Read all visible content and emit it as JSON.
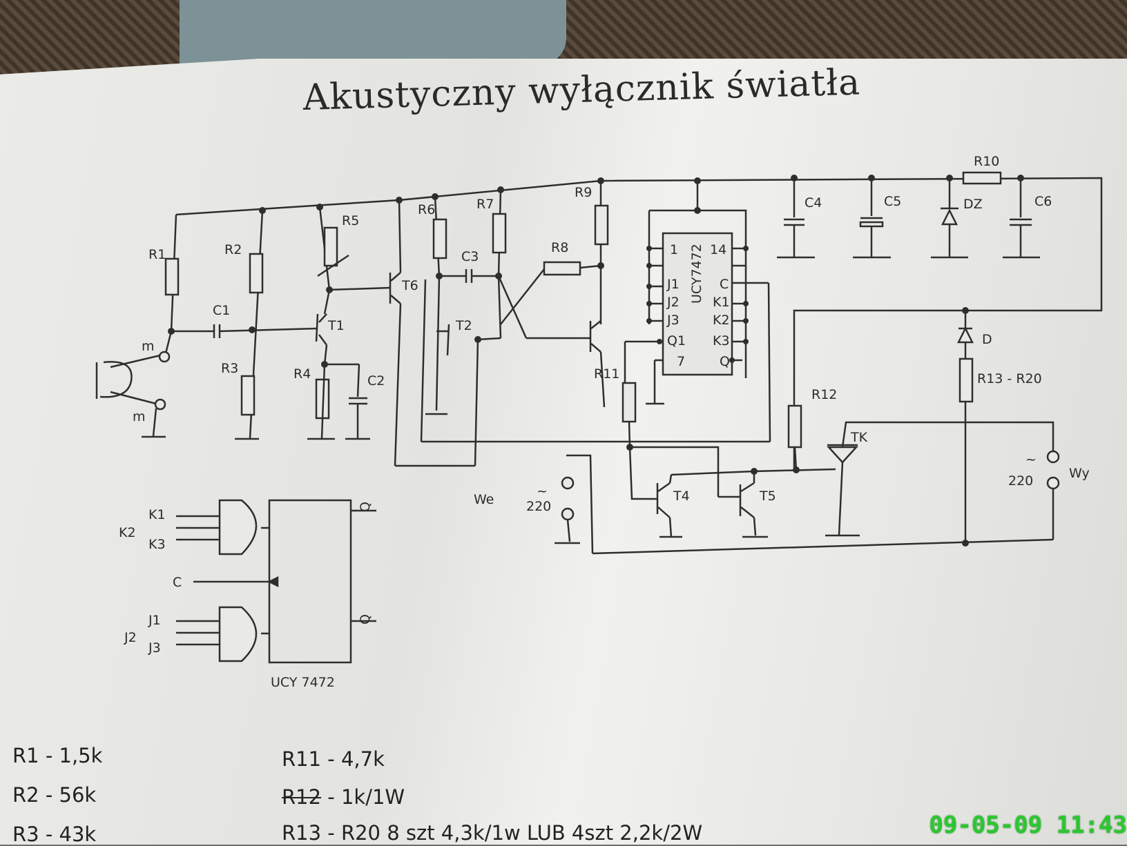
{
  "title": "Akustyczny wyłącznik światła",
  "labels": {
    "R1": "R1",
    "R2": "R2",
    "R3": "R3",
    "R4": "R4",
    "R5": "R5",
    "R6": "R6",
    "R7": "R7",
    "R8": "R8",
    "R9": "R9",
    "R10": "R10",
    "R11": "R11",
    "R12": "R12",
    "R13_R20": "R13 - R20",
    "C1": "C1",
    "C2": "C2",
    "C3": "C3",
    "C4": "C4",
    "C5": "C5",
    "C6": "C6",
    "T1": "T1",
    "T2": "T2",
    "T4": "T4",
    "T5": "T5",
    "T6": "T6",
    "DZ": "DZ",
    "D": "D",
    "TK": "TK",
    "m_top": "m",
    "m_bottom": "m",
    "We": "We",
    "Wy": "Wy",
    "v220_in": "220",
    "v220_out": "220",
    "tilde": "~",
    "ic_name": "UCY7472",
    "pin1": "1",
    "pin14": "14",
    "pinJ1": "J1",
    "pinJ2": "J2",
    "pinJ3": "J3",
    "pinQ1": "Q1",
    "pin7": "7",
    "pinC": "C",
    "pinK1": "K1",
    "pinK2": "K2",
    "pinK3": "K3",
    "pinQ": "Q",
    "gK1": "K1",
    "gK2": "K2",
    "gK3": "K3",
    "gC": "C",
    "gJ1": "J1",
    "gJ2": "J2",
    "gJ3": "J3",
    "gQ": "Q",
    "gQbar": "Q",
    "ucy_caption": "UCY 7472"
  },
  "parts": {
    "r1": "R1 - 1,5k",
    "r2": "R2 - 56k",
    "r3": "R3 - 43k",
    "r11": "R11 - 4,7k",
    "r12_name": "R12",
    "r12_value": " - 1k/1W",
    "r13": "R13 - R20  8  szt 4,3k/1w LUB 4szt 2,2k/2W"
  },
  "timestamp": "09-05-09 11:43"
}
